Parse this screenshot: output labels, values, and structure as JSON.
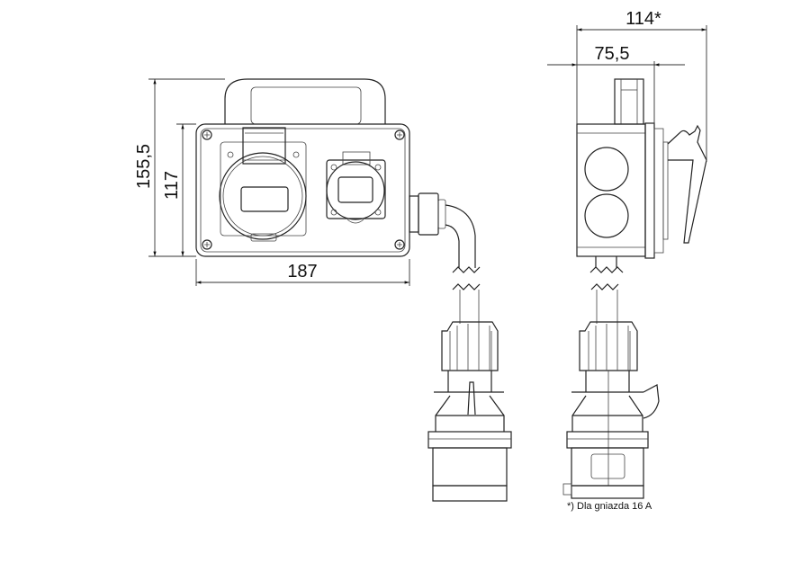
{
  "dimensions": {
    "total_height": "155,5",
    "box_height": "117",
    "box_width": "187",
    "total_depth": "114*",
    "box_depth": "75,5"
  },
  "footnote": "*) Dla gniazda 16 A"
}
